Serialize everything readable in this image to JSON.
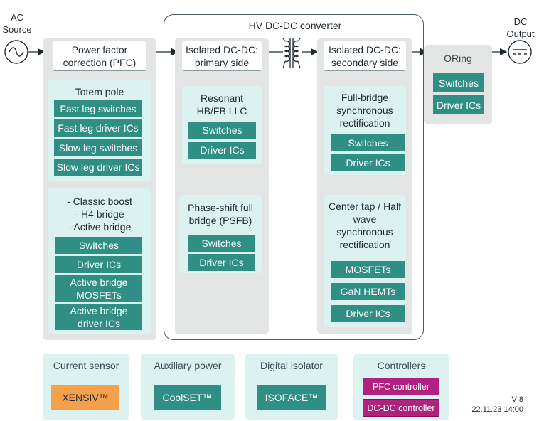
{
  "ac_source": "AC\nSource",
  "dc_output": "DC\nOutput",
  "hv_converter": "HV DC-DC converter",
  "pfc": {
    "title": "Power factor\ncorrection (PFC)",
    "totem": {
      "title": "Totem pole",
      "items": [
        "Fast leg switches",
        "Fast leg driver ICs",
        "Slow leg switches",
        "Slow leg driver ICs"
      ]
    },
    "classic": {
      "title": "- Classic boost\n- H4 bridge\n- Active bridge",
      "items": [
        "Switches",
        "Driver ICs",
        "Active bridge\nMOSFETs",
        "Active bridge\ndriver ICs"
      ]
    }
  },
  "primary": {
    "title": "Isolated DC-DC:\nprimary side",
    "llc": {
      "title": "Resonant\nHB/FB LLC",
      "items": [
        "Switches",
        "Driver ICs"
      ]
    },
    "psfb": {
      "title": "Phase-shift full\nbridge (PSFB)",
      "items": [
        "Switches",
        "Driver ICs"
      ]
    }
  },
  "secondary": {
    "title": "Isolated DC-DC:\nsecondary side",
    "fullbridge": {
      "title": "Full-bridge\nsynchronous\nrectification",
      "items": [
        "Switches",
        "Driver ICs"
      ]
    },
    "centertap": {
      "title": "Center tap / Half\nwave\nsynchronous\nrectification",
      "items": [
        "MOSFETs",
        "GaN HEMTs",
        "Driver ICs"
      ]
    }
  },
  "oring": {
    "title": "ORing",
    "items": [
      "Switches",
      "Driver ICs"
    ]
  },
  "bottom": {
    "current_sensor": {
      "title": "Current sensor",
      "product": "XENSIV™"
    },
    "aux_power": {
      "title": "Auxiliary power",
      "product": "CoolSET™"
    },
    "digital_isolator": {
      "title": "Digital isolator",
      "product": "ISOFACE™"
    },
    "controllers": {
      "title": "Controllers",
      "items": [
        "PFC controller",
        "DC-DC controller"
      ]
    }
  },
  "version": "V 8",
  "date": "22.11.23 14:00",
  "colors": {
    "teal": "#2f8f85",
    "mint": "#dcf2f1",
    "grey": "#e3e4e4",
    "magenta": "#b1217f",
    "orange": "#f5a04a"
  }
}
